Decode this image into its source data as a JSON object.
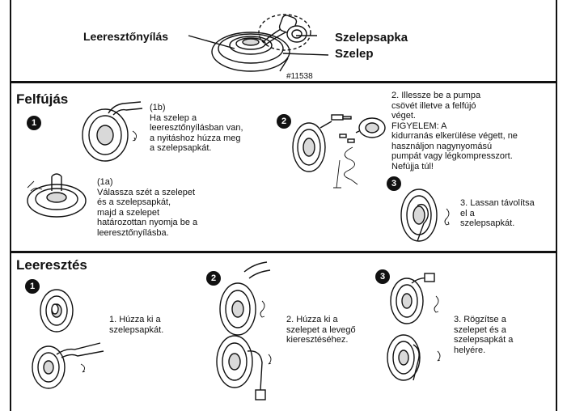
{
  "top": {
    "label_drain": "Leeresztőnyílás",
    "label_cap": "Szelepsapka",
    "label_valve": "Szelep",
    "part_number": "#11538"
  },
  "inflate": {
    "heading": "Felfújás",
    "step1": {
      "badge": "1",
      "text_1b": "(1b)\nHa szelep a\nleeresztőnyílásban van,\na nyitáshoz húzza meg\na szelepsapkát.",
      "text_1a": "(1a)\nVálassza szét a szelepet\nés a szelepsapkát,\nmajd a szelepet\nhatározottan nyomja be a\nleeresztőnyílásba."
    },
    "step2": {
      "badge": "2",
      "text": "2. Illessze be a pumpa\n    csövét illetve a felfújó\n    véget.\n    FIGYELEM: A\n    kidurranás elkerülése végett, ne\n    használjon nagynyomású\n    pumpát vagy légkompresszort.\n    Nefújja túl!"
    },
    "step3": {
      "badge": "3",
      "text": "3. Lassan távolítsa\n    el a\n    szelepsapkát."
    }
  },
  "deflate": {
    "heading": "Leeresztés",
    "step1": {
      "badge": "1",
      "text": "1. Húzza ki a\n    szelepsapkát."
    },
    "step2": {
      "badge": "2",
      "text": "2. Húzza ki a\n    szelepet a levegő\n    kieresztéséhez."
    },
    "step3": {
      "badge": "3",
      "text": "3. Rögzítse a\n    szelepet és a\n    szelepsapkát a\n    helyére."
    }
  }
}
